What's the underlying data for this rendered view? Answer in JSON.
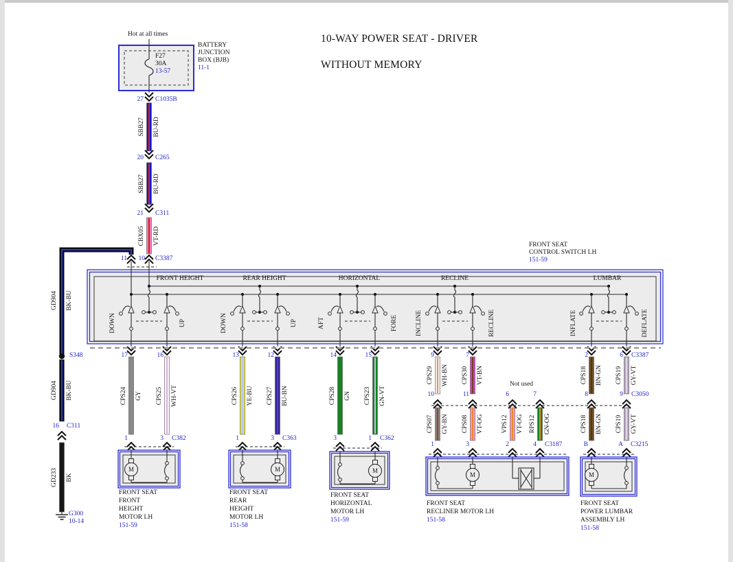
{
  "t": {
    "hot": "Hot at all times",
    "title1": "10-WAY POWER SEAT - DRIVER",
    "title2": "WITHOUT MEMORY",
    "bjb1": "BATTERY",
    "bjb2": "JUNCTION",
    "bjb3": "BOX (BJB)",
    "bjbRef": "11-1",
    "fuseId": "F27",
    "fuseA": "30A",
    "fuseRef": "13-57",
    "p27": "27",
    "c1035b": "C1035B",
    "p20": "20",
    "c265": "C265",
    "p21": "21",
    "c311": "C311",
    "p11": "11",
    "p10": "10",
    "c3387": "C3387",
    "frontseat": "FRONT SEAT",
    "swName": "CONTROL SWITCH LH",
    "ref5159": "151-59",
    "ref5158": "151-58",
    "sec1": "FRONT HEIGHT",
    "sec2": "REAR HEIGHT",
    "sec3": "HORIZONTAL",
    "sec4": "RECLINE",
    "sec5": "LUMBAR",
    "down": "DOWN",
    "up": "UP",
    "aft": "AFT",
    "fore": "FORE",
    "incline": "INCLINE",
    "recline": "RECLINE",
    "inflate": "INFLATE",
    "deflate": "DEFLATE",
    "s348": "S348",
    "p16": "16",
    "g300": "G300",
    "g300Ref": "10-14",
    "p17": "17",
    "p13": "13",
    "p12": "12",
    "p14": "14",
    "p15": "15",
    "p9": "9",
    "p7": "7",
    "p2": "2",
    "p6": "6",
    "q8": "8",
    "c3050": "C3050",
    "notUsed": "Not used",
    "n1": "1",
    "n3": "3",
    "n4": "4",
    "nB": "B",
    "nA": "A",
    "c382": "C382",
    "c363": "C363",
    "c362": "C362",
    "c3187": "C3187",
    "c3215": "C3215",
    "mFront": "FRONT",
    "mRear": "REAR",
    "mHeight": "HEIGHT",
    "mMotorLH": "MOTOR LH",
    "mHoriz": "HORIZONTAL",
    "mReclinerLH": "RECLINER MOTOR LH",
    "mPowerLumbar": "POWER LUMBAR",
    "mAssemblyLH": "ASSEMBLY LH",
    "mM": "M"
  },
  "wire_colors": {
    "BU-RD": {
      "base": "#1a14c2",
      "stripe": "#d02a1e"
    },
    "VT-RD": {
      "base": "#ef7cb6",
      "stripe": "#cf2020"
    },
    "BK-BU": {
      "base": "#0c0c16",
      "stripe": "#2a3ad0"
    },
    "BK": {
      "base": "#161616",
      "stripe": null
    },
    "GY": {
      "base": "#898989",
      "stripe": null
    },
    "WH-VT": {
      "base": "#fbf3fb",
      "stripe": "#dcb2dc"
    },
    "YE-BU": {
      "base": "#e3e333",
      "stripe": "#bac2f2"
    },
    "BU-BN": {
      "base": "#2a22c2",
      "stripe": "#7a4a22"
    },
    "GN": {
      "base": "#168222",
      "stripe": null
    },
    "GN-VT": {
      "base": "#168222",
      "stripe": "#cabbe6"
    },
    "WH-BN": {
      "base": "#f7efe7",
      "stripe": "#cf9a7a"
    },
    "VT-BN": {
      "base": "#c944c2",
      "stripe": "#7c3a22"
    },
    "GY-BN": {
      "base": "#8b8383",
      "stripe": "#93422e"
    },
    "VT-OG": {
      "base": "#f49ab6",
      "stripe": "#f2862a"
    },
    "GN-OG": {
      "base": "#168222",
      "stripe": "#f2862a"
    },
    "BN-GN": {
      "base": "#7a4a22",
      "stripe": "#214f21"
    },
    "GY-VT": {
      "base": "#b3a7bd",
      "stripe": "#e6d6ea"
    }
  },
  "wires": [
    {
      "circuit": "SBB27",
      "code": "BU-RD"
    },
    {
      "circuit": "SBB27",
      "code": "BU-RD"
    },
    {
      "circuit": "CBX05",
      "code": "VT-RD"
    },
    {
      "circuit": "GD904",
      "code": "BK-BU"
    },
    {
      "circuit": "GD904",
      "code": "BK-BU"
    },
    {
      "circuit": "GD233",
      "code": "BK"
    },
    {
      "circuit": "CPS24",
      "code": "GY"
    },
    {
      "circuit": "CPS25",
      "code": "WH-VT"
    },
    {
      "circuit": "CPS26",
      "code": "YE-BU"
    },
    {
      "circuit": "CPS27",
      "code": "BU-BN"
    },
    {
      "circuit": "CPS28",
      "code": "GN"
    },
    {
      "circuit": "CPS23",
      "code": "GN-VT"
    },
    {
      "circuit": "CPS29",
      "code": "WH-BN"
    },
    {
      "circuit": "CPS30",
      "code": "VT-BN"
    },
    {
      "circuit": "CPS18",
      "code": "BN-GN"
    },
    {
      "circuit": "CPS19",
      "code": "GY-VT"
    },
    {
      "circuit": "CPS07",
      "code": "GY-BN"
    },
    {
      "circuit": "CPS08",
      "code": "VT-OG"
    },
    {
      "circuit": "VPS12",
      "code": "VT-OG"
    },
    {
      "circuit": "RPS12",
      "code": "GN-OG"
    },
    {
      "circuit": "CPS18",
      "code": "BN-GN"
    },
    {
      "circuit": "CPS19",
      "code": "GY-VT"
    }
  ],
  "ui": {
    "ref_blue": "#2222cc",
    "box_blue": "#2a2ad2",
    "line": "#2a2a2a",
    "fill": "#ececec",
    "dash_gray": "#9a9a9a",
    "edge_top": "#c9c9c9",
    "edge_side": "#e2e2e2"
  }
}
